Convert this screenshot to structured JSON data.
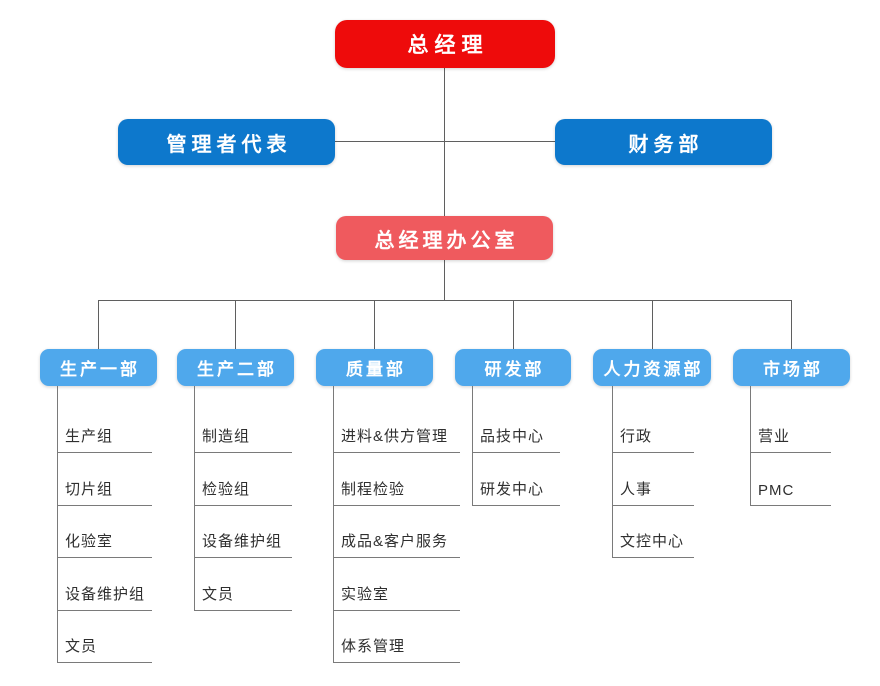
{
  "nodes": {
    "root": "总经理",
    "management_rep": "管理者代表",
    "finance": "财务部",
    "gm_office": "总经理办公室"
  },
  "departments": [
    {
      "label": "生产一部",
      "items": [
        "生产组",
        "切片组",
        "化验室",
        "设备维护组",
        "文员"
      ]
    },
    {
      "label": "生产二部",
      "items": [
        "制造组",
        "检验组",
        "设备维护组",
        "文员"
      ]
    },
    {
      "label": "质量部",
      "items": [
        "进料&供方管理",
        "制程检验",
        "成品&客户服务",
        "实验室",
        "体系管理"
      ]
    },
    {
      "label": "研发部",
      "items": [
        "品技中心",
        "研发中心"
      ]
    },
    {
      "label": "人力资源部",
      "items": [
        "行政",
        "人事",
        "文控中心"
      ]
    },
    {
      "label": "市场部",
      "items": [
        "营业",
        "PMC"
      ]
    }
  ],
  "colors": {
    "root_bg": "#ee0b0b",
    "level2_bg": "#0d78cc",
    "office_bg": "#ef5a5e",
    "department_bg": "#4fa8ec",
    "connector": "#5f5f5f",
    "underline": "#7a7a7a",
    "item_text": "#2f2f2f"
  }
}
